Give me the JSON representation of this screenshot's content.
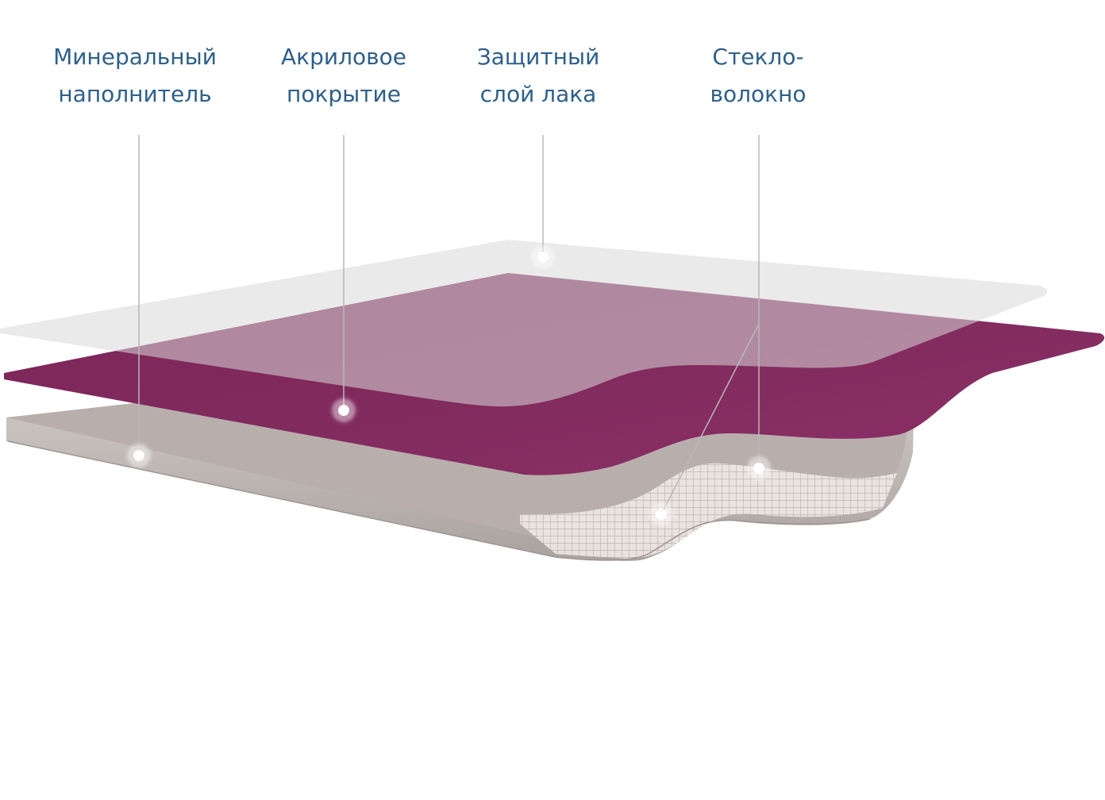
{
  "labels": {
    "mineral": {
      "line1": "Минеральный",
      "line2": "наполнитель"
    },
    "acrylic": {
      "line1": "Акриловое",
      "line2": "покрытие"
    },
    "lacquer": {
      "line1": "Защитный",
      "line2": "слой лака"
    },
    "fiber": {
      "line1": "Стекло-",
      "line2": "волокно"
    }
  },
  "colors": {
    "label_text": "#2d5f8a",
    "acrylic_layer": "#852e62",
    "lacquer_layer": "#e8e8e8",
    "mineral_layer": "#bdb6b3",
    "leader_line": "#b8b8b8"
  }
}
